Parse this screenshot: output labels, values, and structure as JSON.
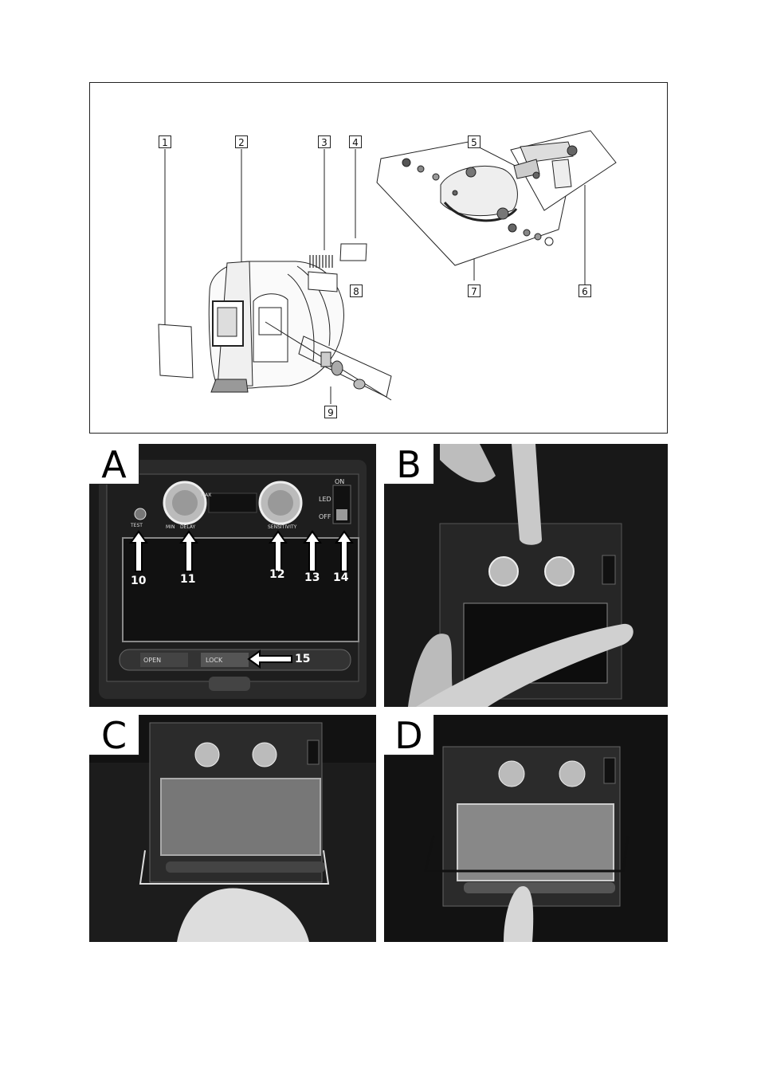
{
  "diagram": {
    "part_numbers": [
      "1",
      "2",
      "3",
      "4",
      "5",
      "6",
      "7",
      "8",
      "9"
    ]
  },
  "panels": [
    {
      "letter": "A"
    },
    {
      "letter": "B"
    },
    {
      "letter": "C"
    },
    {
      "letter": "D"
    }
  ],
  "panel_a": {
    "callouts": [
      "10",
      "11",
      "12",
      "13",
      "14",
      "15"
    ],
    "labels": {
      "on": "ON",
      "led": "LED",
      "off": "OFF",
      "open": "OPEN",
      "lock": "LOCK",
      "min": "MIN",
      "max": "MAX",
      "delay": "DELAY",
      "sensitivity": "SENSITIVITY",
      "test": "TEST"
    }
  }
}
